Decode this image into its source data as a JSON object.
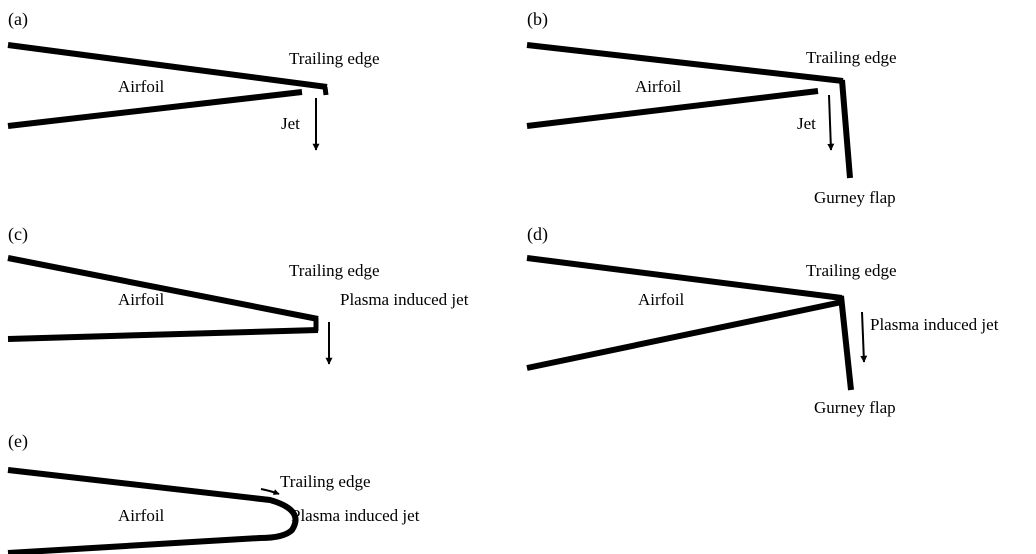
{
  "panels": [
    {
      "id": "a",
      "panel_label": "(a)",
      "labels": {
        "airfoil": "Airfoil",
        "trailing_edge": "Trailing edge",
        "jet": "Jet"
      },
      "has_gurney_flap": false
    },
    {
      "id": "b",
      "panel_label": "(b)",
      "labels": {
        "airfoil": "Airfoil",
        "trailing_edge": "Trailing edge",
        "jet": "Jet",
        "gurney_flap": "Gurney flap"
      },
      "has_gurney_flap": true
    },
    {
      "id": "c",
      "panel_label": "(c)",
      "labels": {
        "airfoil": "Airfoil",
        "trailing_edge": "Trailing edge",
        "jet": "Plasma induced jet"
      },
      "has_gurney_flap": false
    },
    {
      "id": "d",
      "panel_label": "(d)",
      "labels": {
        "airfoil": "Airfoil",
        "trailing_edge": "Trailing edge",
        "jet": "Plasma induced jet",
        "gurney_flap": "Gurney flap"
      },
      "has_gurney_flap": true
    },
    {
      "id": "e",
      "panel_label": "(e)",
      "labels": {
        "airfoil": "Airfoil",
        "trailing_edge": "Trailing edge",
        "jet": "Plasma induced jet"
      },
      "has_gurney_flap": false
    }
  ],
  "colors": {
    "stroke": "#000000",
    "background": "#ffffff"
  }
}
